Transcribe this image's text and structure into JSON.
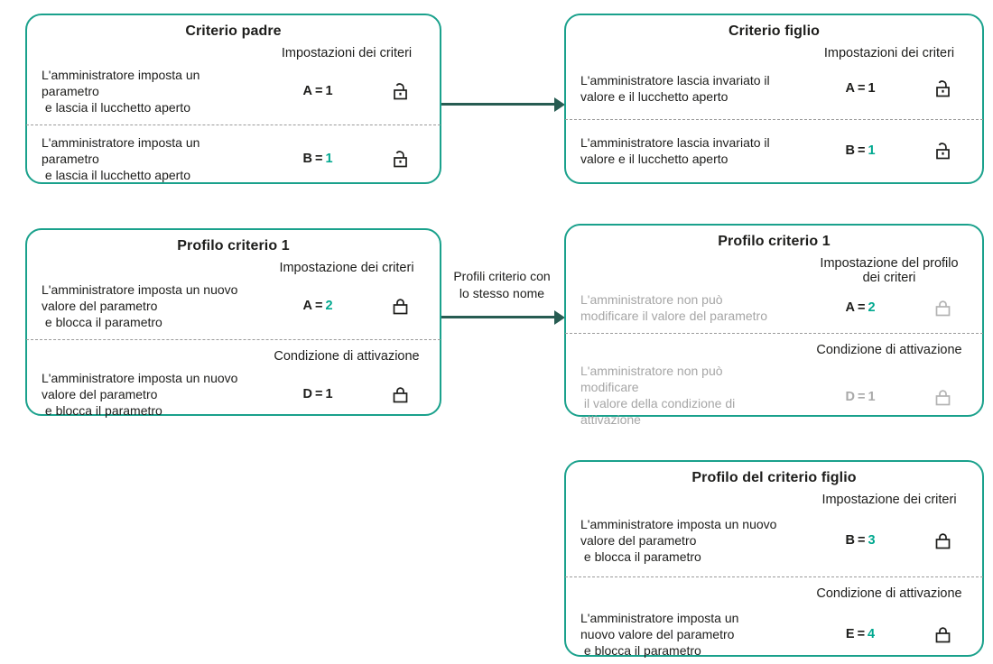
{
  "misc": {
    "equals": "="
  },
  "colors": {
    "box_border_teal": "#1aa18c",
    "accent_teal": "#00a88f",
    "arrow_dark_teal": "#275c52",
    "muted_gray_text": "#a6a6a6",
    "gray_lock": "#b3b3b3",
    "text_dark": "#1d1d1b"
  },
  "icons": {
    "open_lock": "open-lock",
    "closed_lock": "closed-lock"
  },
  "arrows": {
    "parent_to_child_label": "",
    "profile_to_profile_label": "Profili criterio con\nlo stesso nome"
  },
  "boxes": [
    {
      "title": "Criterio padre",
      "section1_label": "Impostazioni dei criteri",
      "row1": {
        "desc": "L'amministratore imposta un\nparametro\n e lascia il lucchetto aperto",
        "param": "A",
        "value": "1"
      },
      "row2": {
        "desc": "L'amministratore imposta un\nparametro\n e lascia il lucchetto aperto",
        "param": "B",
        "value": "1"
      }
    },
    {
      "title": "Criterio figlio",
      "section1_label": "Impostazioni dei criteri",
      "row1": {
        "desc": "L'amministratore lascia invariato il\nvalore e il lucchetto aperto",
        "param": "A",
        "value": "1"
      },
      "row2": {
        "desc": "L'amministratore lascia invariato il\nvalore e il lucchetto aperto",
        "param": "B",
        "value": "1"
      }
    },
    {
      "title": "Profilo criterio 1",
      "section1_label": "Impostazione dei criteri",
      "section2_label": "Condizione di attivazione",
      "row1": {
        "desc": "L'amministratore imposta un nuovo\nvalore del parametro\n e blocca il parametro",
        "param": "A",
        "value": "2"
      },
      "row2": {
        "desc": "L'amministratore imposta un nuovo\nvalore del parametro\n e blocca il parametro",
        "param": "D",
        "value": "1"
      }
    },
    {
      "title": "Profilo criterio 1",
      "section1_label": "Impostazione del profilo\ndei criteri",
      "section2_label": "Condizione di attivazione",
      "row1": {
        "desc": "L'amministratore non può\nmodificare il valore del parametro",
        "param": "A",
        "value": "2"
      },
      "row2": {
        "desc": "L'amministratore non può\nmodificare\n il valore della condizione di\nattivazione",
        "param": "D",
        "value": "1"
      }
    },
    {
      "title": "Profilo del criterio figlio",
      "section1_label": "Impostazione dei criteri",
      "section2_label": "Condizione di attivazione",
      "row1": {
        "desc": "L'amministratore imposta un nuovo\nvalore del parametro\n e blocca il parametro",
        "param": "B",
        "value": "3"
      },
      "row2": {
        "desc": "L'amministratore imposta un\nnuovo valore del parametro\n e blocca il parametro",
        "param": "E",
        "value": "4"
      }
    }
  ]
}
